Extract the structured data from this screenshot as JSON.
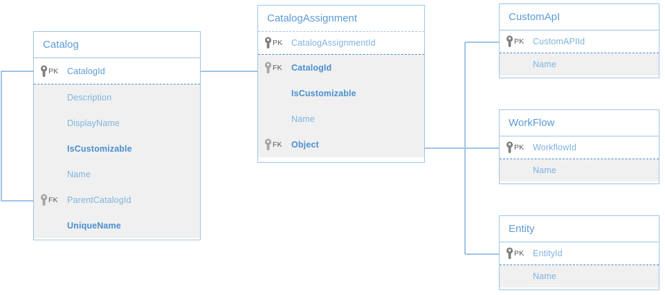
{
  "diagram": {
    "type": "entity-relationship-diagram",
    "background": "#ffffff",
    "colors": {
      "border": "#9dc3e6",
      "title_text": "#5b9bd5",
      "attribute_text": "#5b9bd5",
      "attribute_text_bold": "#4a8fd0",
      "attribute_text_muted": "#7eb3e0",
      "key_icon": "#808080",
      "key_label": "#595959",
      "row_fill": "#f0f0f0",
      "pk_fill": "#ffffff",
      "connector": "#9dc3e6"
    },
    "key_labels": {
      "pk": "PK",
      "fk": "FK"
    }
  },
  "entities": [
    {
      "id": "catalog",
      "title": "Catalog",
      "pk_attributes": [
        {
          "key": "PK",
          "name": "CatalogId",
          "bold": false
        }
      ],
      "attributes": [
        {
          "key": "",
          "name": "Description",
          "bold": false
        },
        {
          "key": "",
          "name": "DisplayName",
          "bold": false
        },
        {
          "key": "",
          "name": "IsCustomizable",
          "bold": true
        },
        {
          "key": "",
          "name": "Name",
          "bold": false
        },
        {
          "key": "FK",
          "name": "ParentCatalogId",
          "bold": false
        },
        {
          "key": "",
          "name": "UniqueName",
          "bold": true
        }
      ]
    },
    {
      "id": "catalogassignment",
      "title": "CatalogAssignment",
      "pk_attributes": [
        {
          "key": "PK",
          "name": "CatalogAssignmentId",
          "bold": false
        }
      ],
      "attributes": [
        {
          "key": "FK",
          "name": "CatalogId",
          "bold": true
        },
        {
          "key": "",
          "name": "IsCustomizable",
          "bold": true
        },
        {
          "key": "",
          "name": "Name",
          "bold": false
        },
        {
          "key": "FK",
          "name": "Object",
          "bold": true
        }
      ]
    },
    {
      "id": "customapi",
      "title": "CustomApI",
      "pk_attributes": [
        {
          "key": "PK",
          "name": "CustomAPIId",
          "bold": false
        }
      ],
      "attributes": [
        {
          "key": "",
          "name": "Name",
          "bold": false
        }
      ]
    },
    {
      "id": "workflow",
      "title": "WorkFlow",
      "pk_attributes": [
        {
          "key": "PK",
          "name": "WorkflowId",
          "bold": false
        }
      ],
      "attributes": [
        {
          "key": "",
          "name": "Name",
          "bold": false
        }
      ]
    },
    {
      "id": "entity",
      "title": "Entity",
      "pk_attributes": [
        {
          "key": "PK",
          "name": "EntityId",
          "bold": false
        }
      ],
      "attributes": [
        {
          "key": "",
          "name": "Name",
          "bold": false
        }
      ]
    }
  ],
  "relationships": [
    {
      "from": "Catalog.CatalogId",
      "to": "Catalog.ParentCatalogId"
    },
    {
      "from": "Catalog.CatalogId",
      "to": "CatalogAssignment.CatalogId"
    },
    {
      "from": "CatalogAssignment.Object",
      "to": "CustomApI.CustomAPIId"
    },
    {
      "from": "CatalogAssignment.Object",
      "to": "WorkFlow.WorkflowId"
    },
    {
      "from": "CatalogAssignment.Object",
      "to": "Entity.EntityId"
    }
  ]
}
